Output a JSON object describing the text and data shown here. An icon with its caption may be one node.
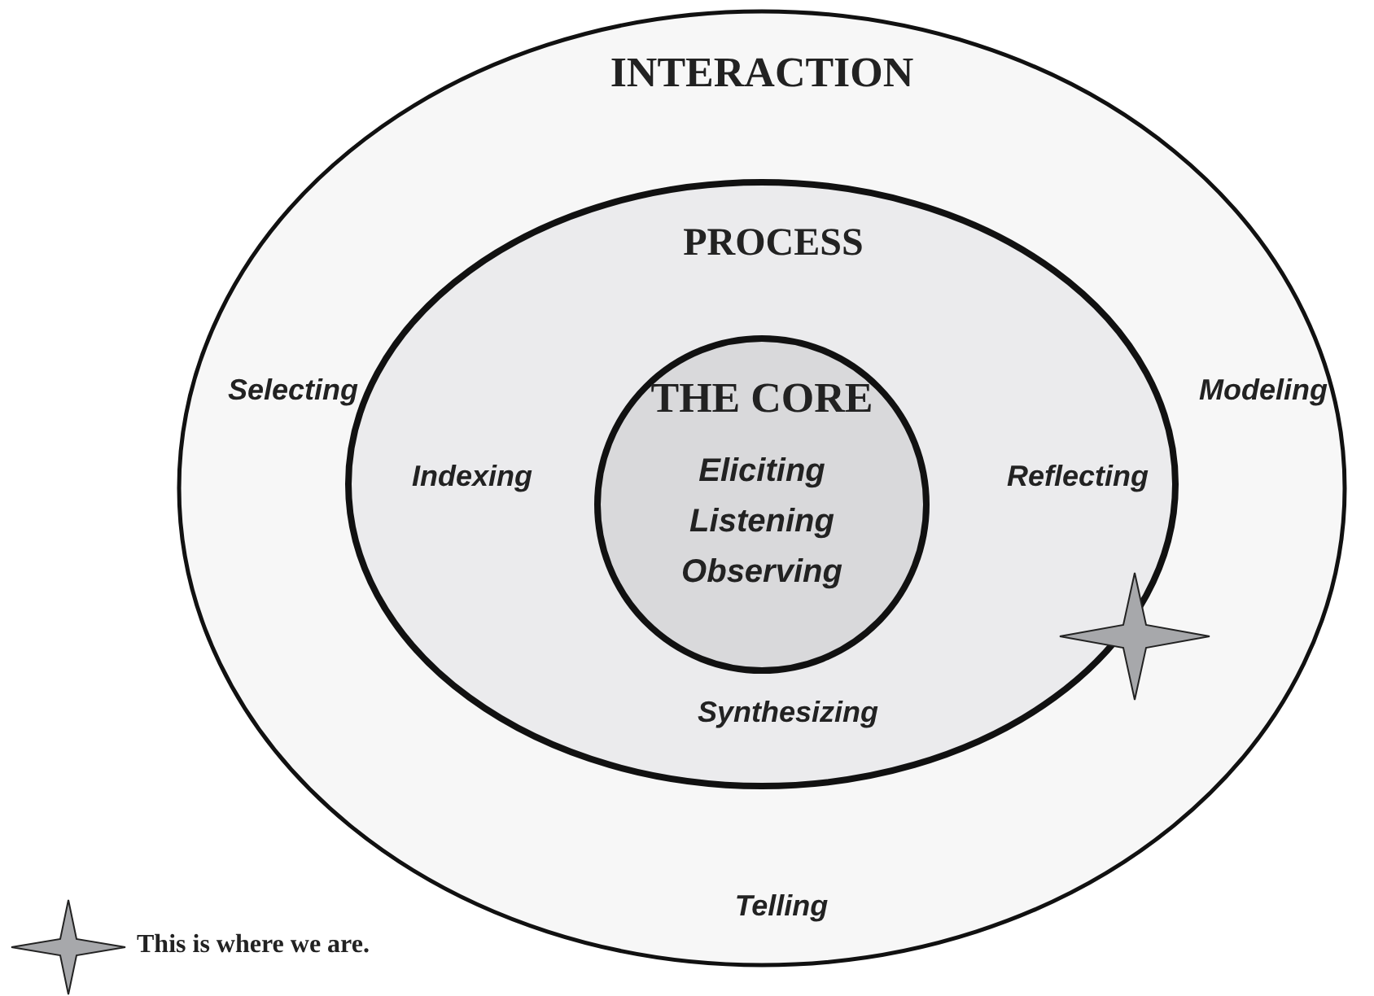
{
  "diagram": {
    "nodes": [
      {
        "text": [
          "INTERACTION",
          "Selecting",
          "Modeling",
          "Telling"
        ]
      },
      {
        "text": [
          "PROCESS",
          "Indexing",
          "Reflecting",
          "Synthesizing"
        ],
        "in": 0
      },
      {
        "text": [
          "THE CORE",
          "Eliciting",
          "Listening",
          "Observing"
        ],
        "in": 1
      }
    ],
    "legend": [
      {
        "text": "This is where we are."
      }
    ]
  }
}
